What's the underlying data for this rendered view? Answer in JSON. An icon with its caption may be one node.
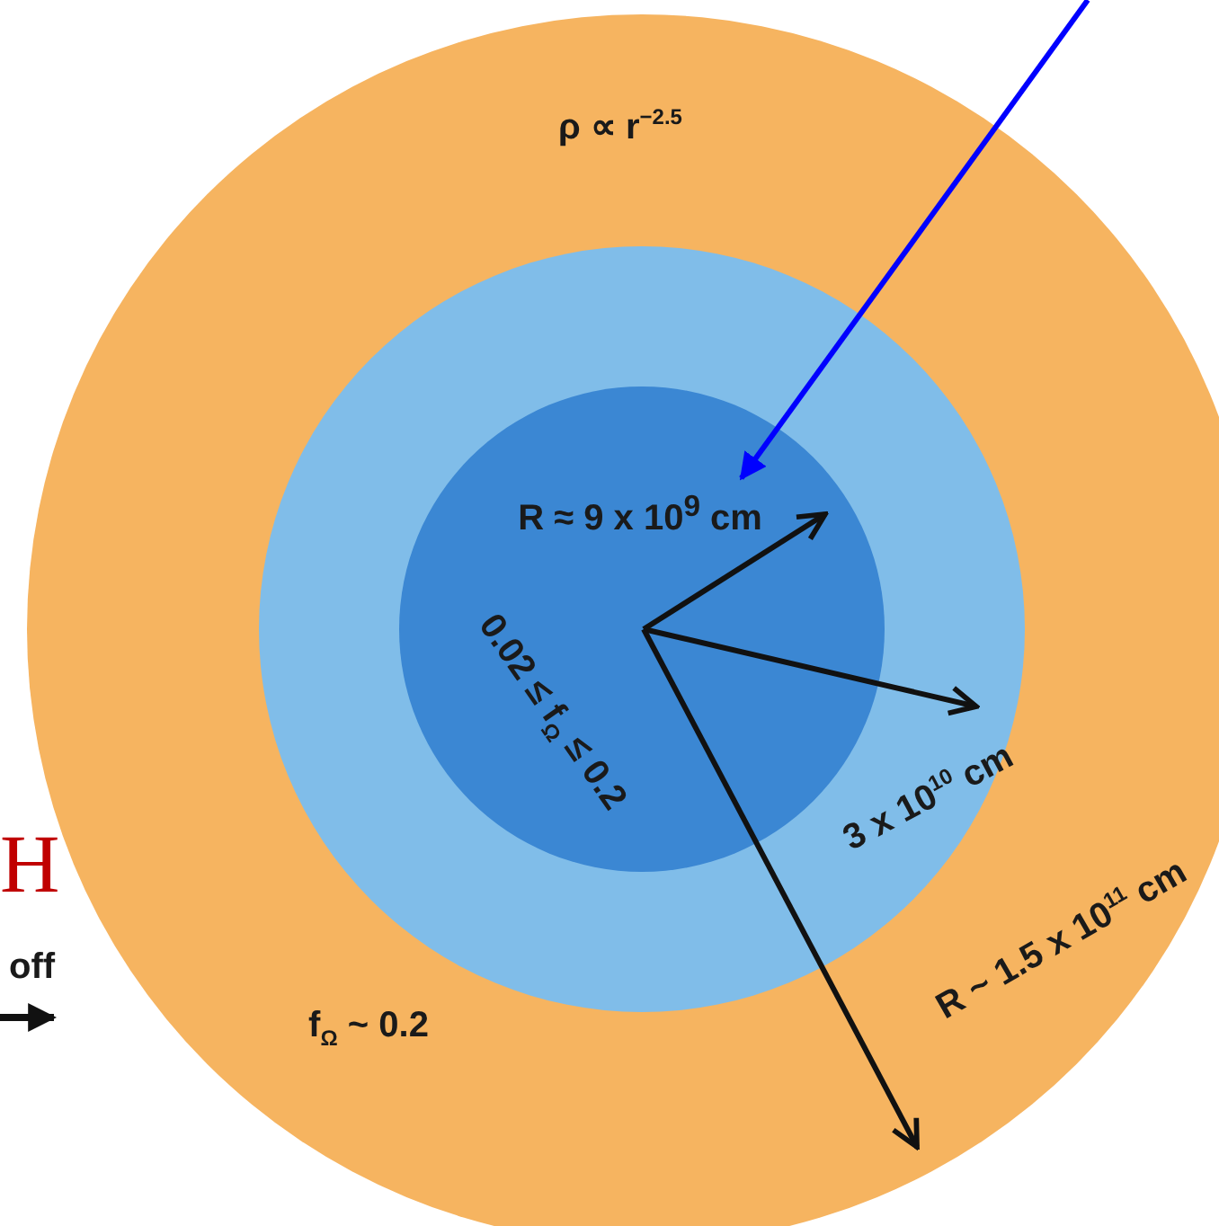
{
  "diagram": {
    "nodes": [
      {
        "text": [
          "ρ ∝ r$^{−2.5}$",
          "f$_{Ω}$ ~ 0.2",
          "R ~ 1.5 x 10$^{11}$ cm"
        ]
      },
      {
        "text": [
          "3 x 10$^{10}$ cm"
        ],
        "in": 0
      },
      {
        "text": [
          "0.02 ≤ f$_{Ω}$ ≤ 0.2"
        ],
        "in": 1
      },
      {
        "text": [
          "R ≈ 9 x 10$^{9}$ cm"
        ],
        "in": 2
      }
    ],
    "edges": [
      {
        "from": null,
        "to": 3,
        "arrow": "to"
      }
    ],
    "labels": [
      "H",
      "off"
    ]
  }
}
